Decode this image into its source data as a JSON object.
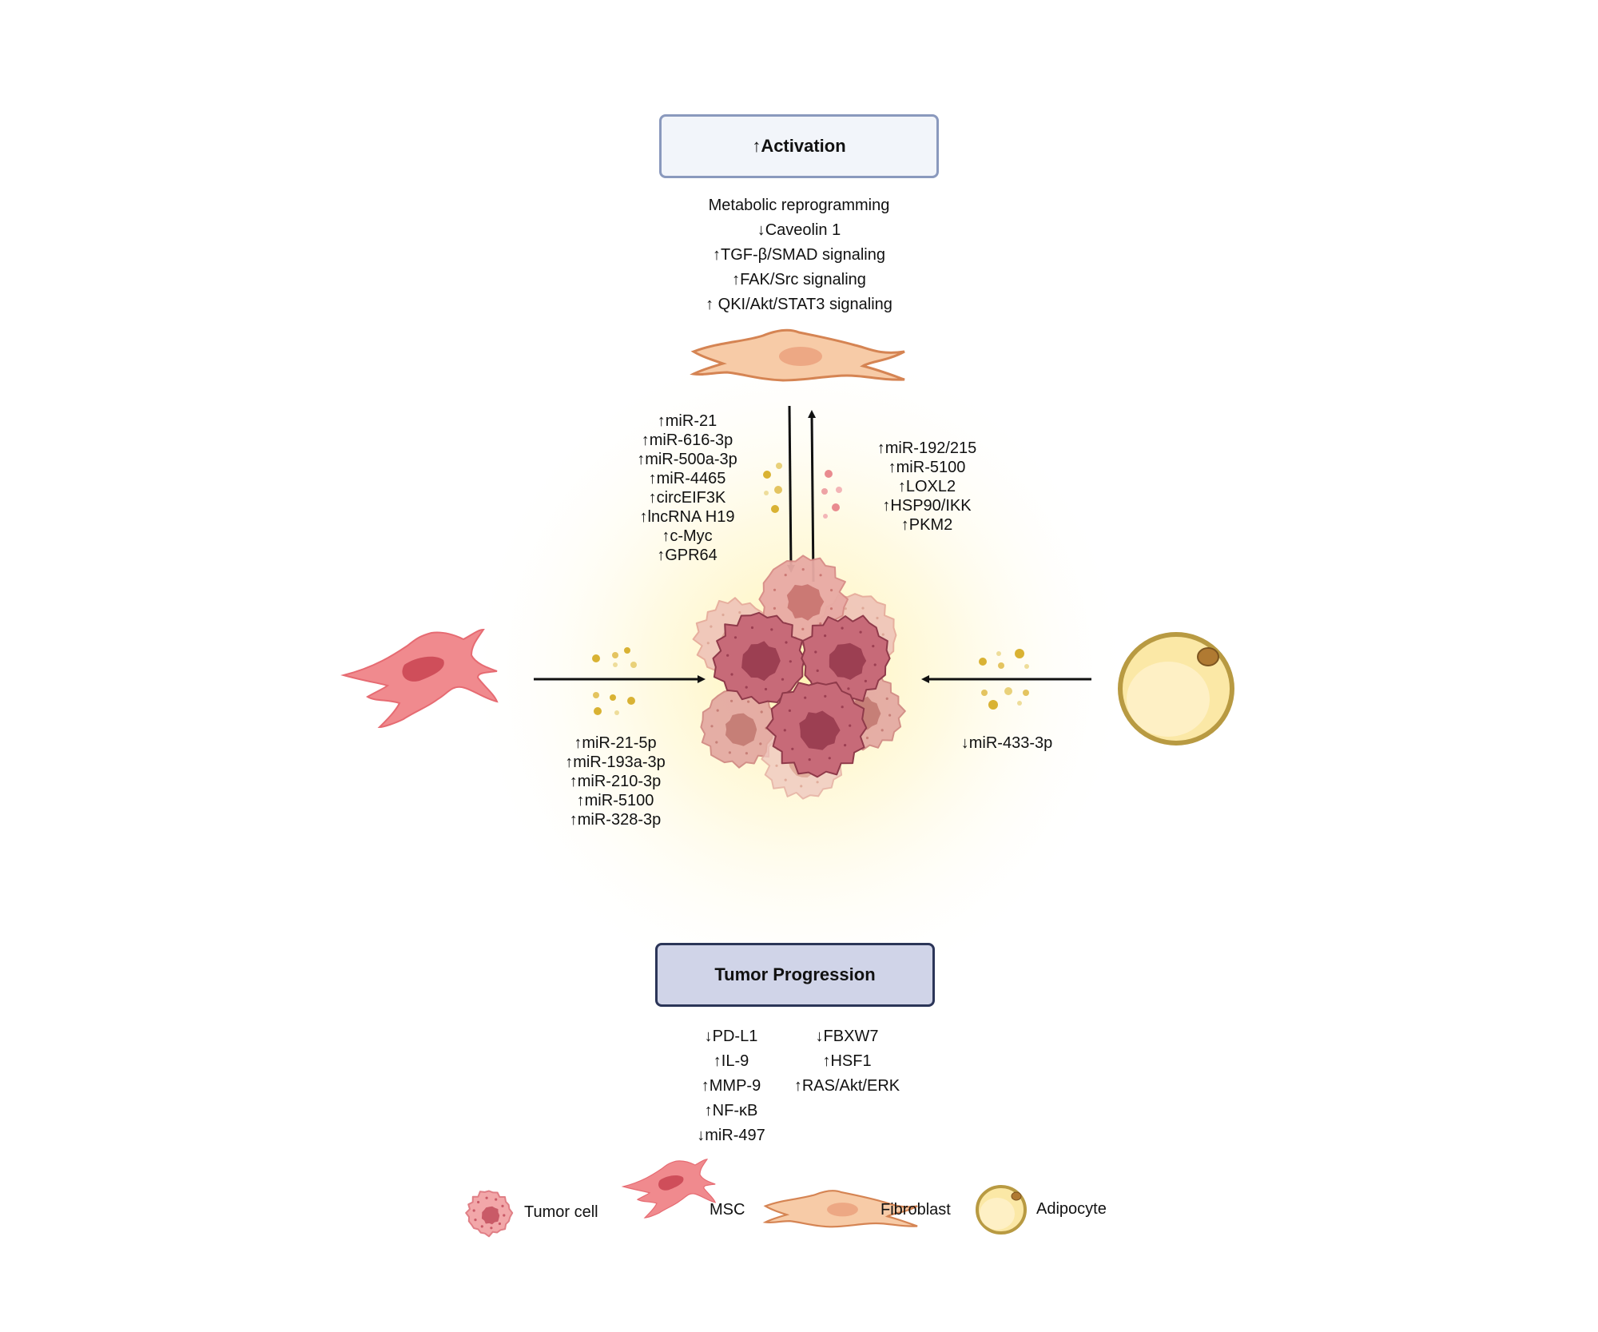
{
  "activation": {
    "title": "↑Activation",
    "items": [
      "Metabolic reprogramming",
      "↓Caveolin 1",
      "↑TGF-β/SMAD signaling",
      "↑FAK/Src signaling",
      "↑ QKI/Akt/STAT3 signaling"
    ]
  },
  "tumor_to_fibroblast": [
    "↑miR-21",
    "↑miR-616-3p",
    "↑miR-500a-3p",
    "↑miR-4465",
    "↑circEIF3K",
    "↑lncRNA H19",
    "↑c-Myc",
    "↑GPR64"
  ],
  "fibroblast_to_tumor": [
    "↑miR-192/215",
    "↑miR-5100",
    "↑LOXL2",
    "↑HSP90/IKK",
    "↑PKM2"
  ],
  "msc_to_tumor": [
    "↑miR-21-5p",
    "↑miR-193a-3p",
    "↑miR-210-3p",
    "↑miR-5100",
    "↑miR-328-3p"
  ],
  "adipocyte_to_tumor": [
    "↓miR-433-3p"
  ],
  "progression": {
    "title": "Tumor Progression",
    "left_items": [
      "↓PD-L1",
      "↑IL-9",
      "↑MMP-9",
      "↑NF-κB",
      "↓miR-497"
    ],
    "right_items": [
      "↓FBXW7",
      "↑HSF1",
      "↑RAS/Akt/ERK"
    ]
  },
  "legend": [
    {
      "label": "Tumor cell",
      "icon": "tumor-cell-icon"
    },
    {
      "label": "MSC",
      "icon": "msc-icon"
    },
    {
      "label": "Fibroblast",
      "icon": "fibroblast-icon"
    },
    {
      "label": "Adipocyte",
      "icon": "adipocyte-icon"
    }
  ],
  "colors": {
    "tumor": "#c0616f",
    "msc": "#ec8a8f",
    "fibroblast": "#f7c9a3",
    "adipocyte": "#fbe8a6",
    "vesicle_gold": "#d9b233",
    "vesicle_pink": "#e98b8f",
    "glow": "#fff6c8",
    "arrow": "#111111"
  }
}
